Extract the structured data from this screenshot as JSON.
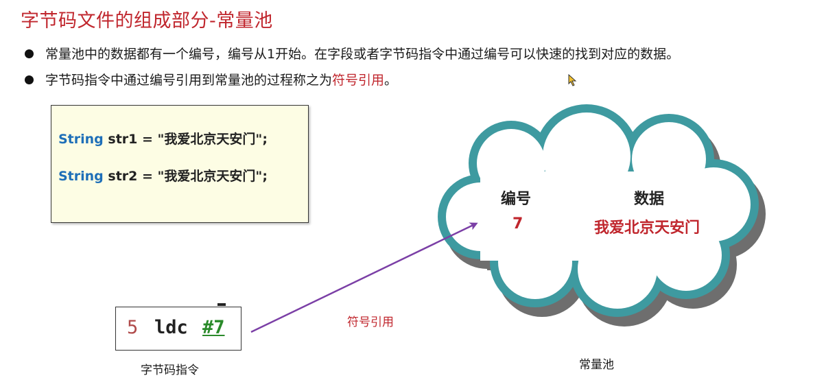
{
  "title": "字节码文件的组成部分-常量池",
  "bullets": [
    {
      "text": "常量池中的数据都有一个编号，编号从1开始。在字段或者字节码指令中通过编号可以快速的找到对应的数据。"
    },
    {
      "text_before": "字节码指令中通过编号引用到常量池的过程称之为",
      "highlight": "符号引用",
      "text_after": "。"
    }
  ],
  "code": {
    "line1_keyword": "String",
    "line1_rest": " str1 = \"我爱北京天安门\";",
    "line2_keyword": "String",
    "line2_rest": " str2 = \"我爱北京天安门\";"
  },
  "bytecode": {
    "index": "5",
    "opcode": "ldc",
    "operand": "#7",
    "caption": "字节码指令"
  },
  "arrow_label": "符号引用",
  "pool": {
    "col1_header": "编号",
    "col2_header": "数据",
    "col1_value": "7",
    "col2_value": "我爱北京天安门",
    "caption": "常量池"
  },
  "colors": {
    "accent_red": "#c0262d",
    "keyword_blue": "#1e6fb8",
    "cloud_outline": "#3e9aa0",
    "cloud_shadow": "#6e6e6e",
    "arrow": "#7b3fa6",
    "code_bg": "#fdfde4"
  }
}
